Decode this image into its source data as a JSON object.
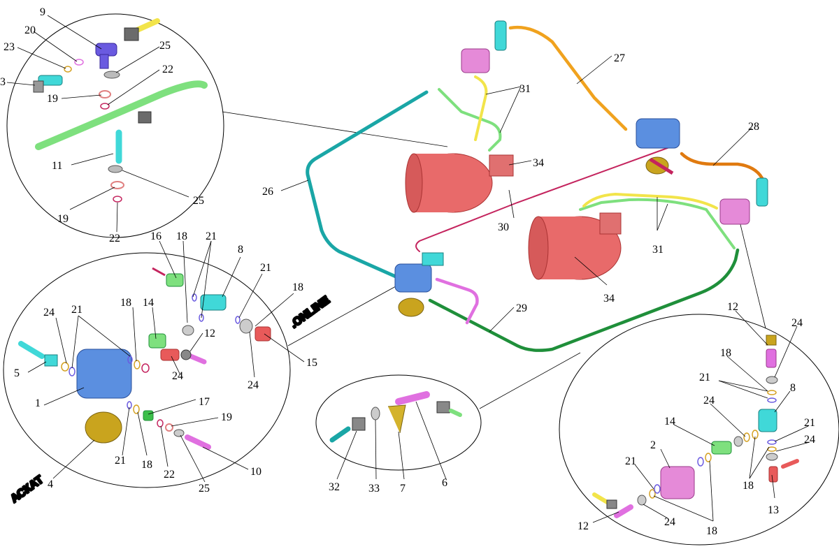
{
  "watermark": {
    "brand": "АСКАТ",
    "suffix": ".ONLINE"
  },
  "colors": {
    "teal": "#1aa6a6",
    "green_light": "#7ee07e",
    "green_dark": "#1f8f3a",
    "yellow": "#f2e44a",
    "orange": "#f0a21e",
    "orange_dark": "#e07a10",
    "magenta": "#c4245e",
    "pink": "#e070e0",
    "chamber": "#e86a6a",
    "valve_blue": "#5b8fe0",
    "filter_gold": "#c9a41e",
    "cyan": "#40d8d8",
    "red_part": "#e85a5a",
    "purple": "#6a5ae0"
  },
  "callouts": {
    "c9": "9",
    "c20": "20",
    "c23": "23",
    "c3": "3",
    "c19a": "19",
    "c25a": "25",
    "c22a": "22",
    "c11": "11",
    "c25b": "25",
    "c19b": "19",
    "c22b": "22",
    "c26": "26",
    "c27": "27",
    "c31a": "31",
    "c34a": "34",
    "c30": "30",
    "c28": "28",
    "c31b": "31",
    "c34b": "34",
    "c29": "29",
    "c16": "16",
    "c18a": "18",
    "c21a": "21",
    "c8a": "8",
    "c21b": "21",
    "c18b": "18",
    "c24a": "24",
    "c21c": "21",
    "c18c": "18",
    "c14a": "14",
    "c12a": "12",
    "c15": "15",
    "c5": "5",
    "c1": "1",
    "c24b": "24",
    "c24c": "24",
    "c17": "17",
    "c19c": "19",
    "c21d": "21",
    "c18d": "18",
    "c22c": "22",
    "c10": "10",
    "c25c": "25",
    "c4": "4",
    "c32": "32",
    "c33": "33",
    "c7": "7",
    "c6": "6",
    "c12b": "12",
    "c24d": "24",
    "c18e": "18",
    "c21e": "21",
    "c8b": "8",
    "c24e": "24",
    "c14b": "14",
    "c21f": "21",
    "c24f": "24",
    "c2": "2",
    "c21g": "21",
    "c18f": "18",
    "c13": "13",
    "c12c": "12",
    "c24g": "24",
    "c18g": "18"
  }
}
